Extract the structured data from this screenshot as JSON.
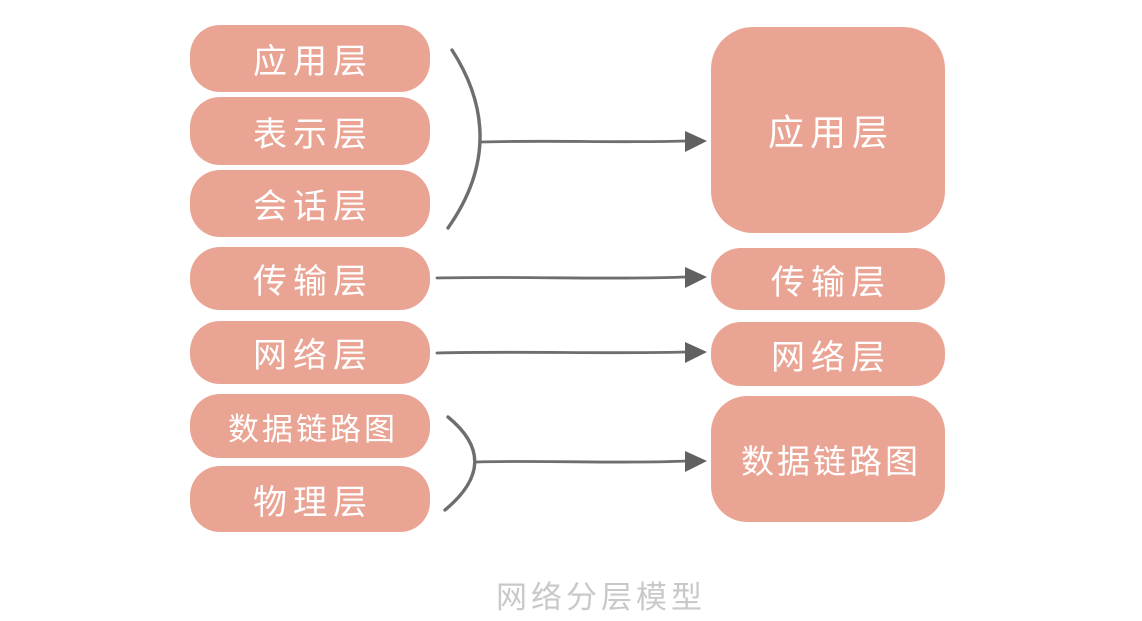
{
  "caption": "网络分层模型",
  "colors": {
    "box_fill": "#eaa494",
    "box_text": "#ffffff",
    "connector": "#6e6e6e",
    "caption_text": "#c9c9c9",
    "background": "#ffffff"
  },
  "osi_column": {
    "layers": [
      "应用层",
      "表示层",
      "会话层",
      "传输层",
      "网络层",
      "数据链路图",
      "物理层"
    ]
  },
  "tcp_column": {
    "layers": [
      "应用层",
      "传输层",
      "网络层",
      "数据链路图"
    ]
  },
  "connections": [
    {
      "from": [
        "应用层",
        "表示层",
        "会话层"
      ],
      "to": "应用层",
      "style": "brace-arrow"
    },
    {
      "from": [
        "传输层"
      ],
      "to": "传输层",
      "style": "arrow"
    },
    {
      "from": [
        "网络层"
      ],
      "to": "网络层",
      "style": "arrow"
    },
    {
      "from": [
        "数据链路图",
        "物理层"
      ],
      "to": "数据链路图",
      "style": "brace-arrow"
    }
  ]
}
